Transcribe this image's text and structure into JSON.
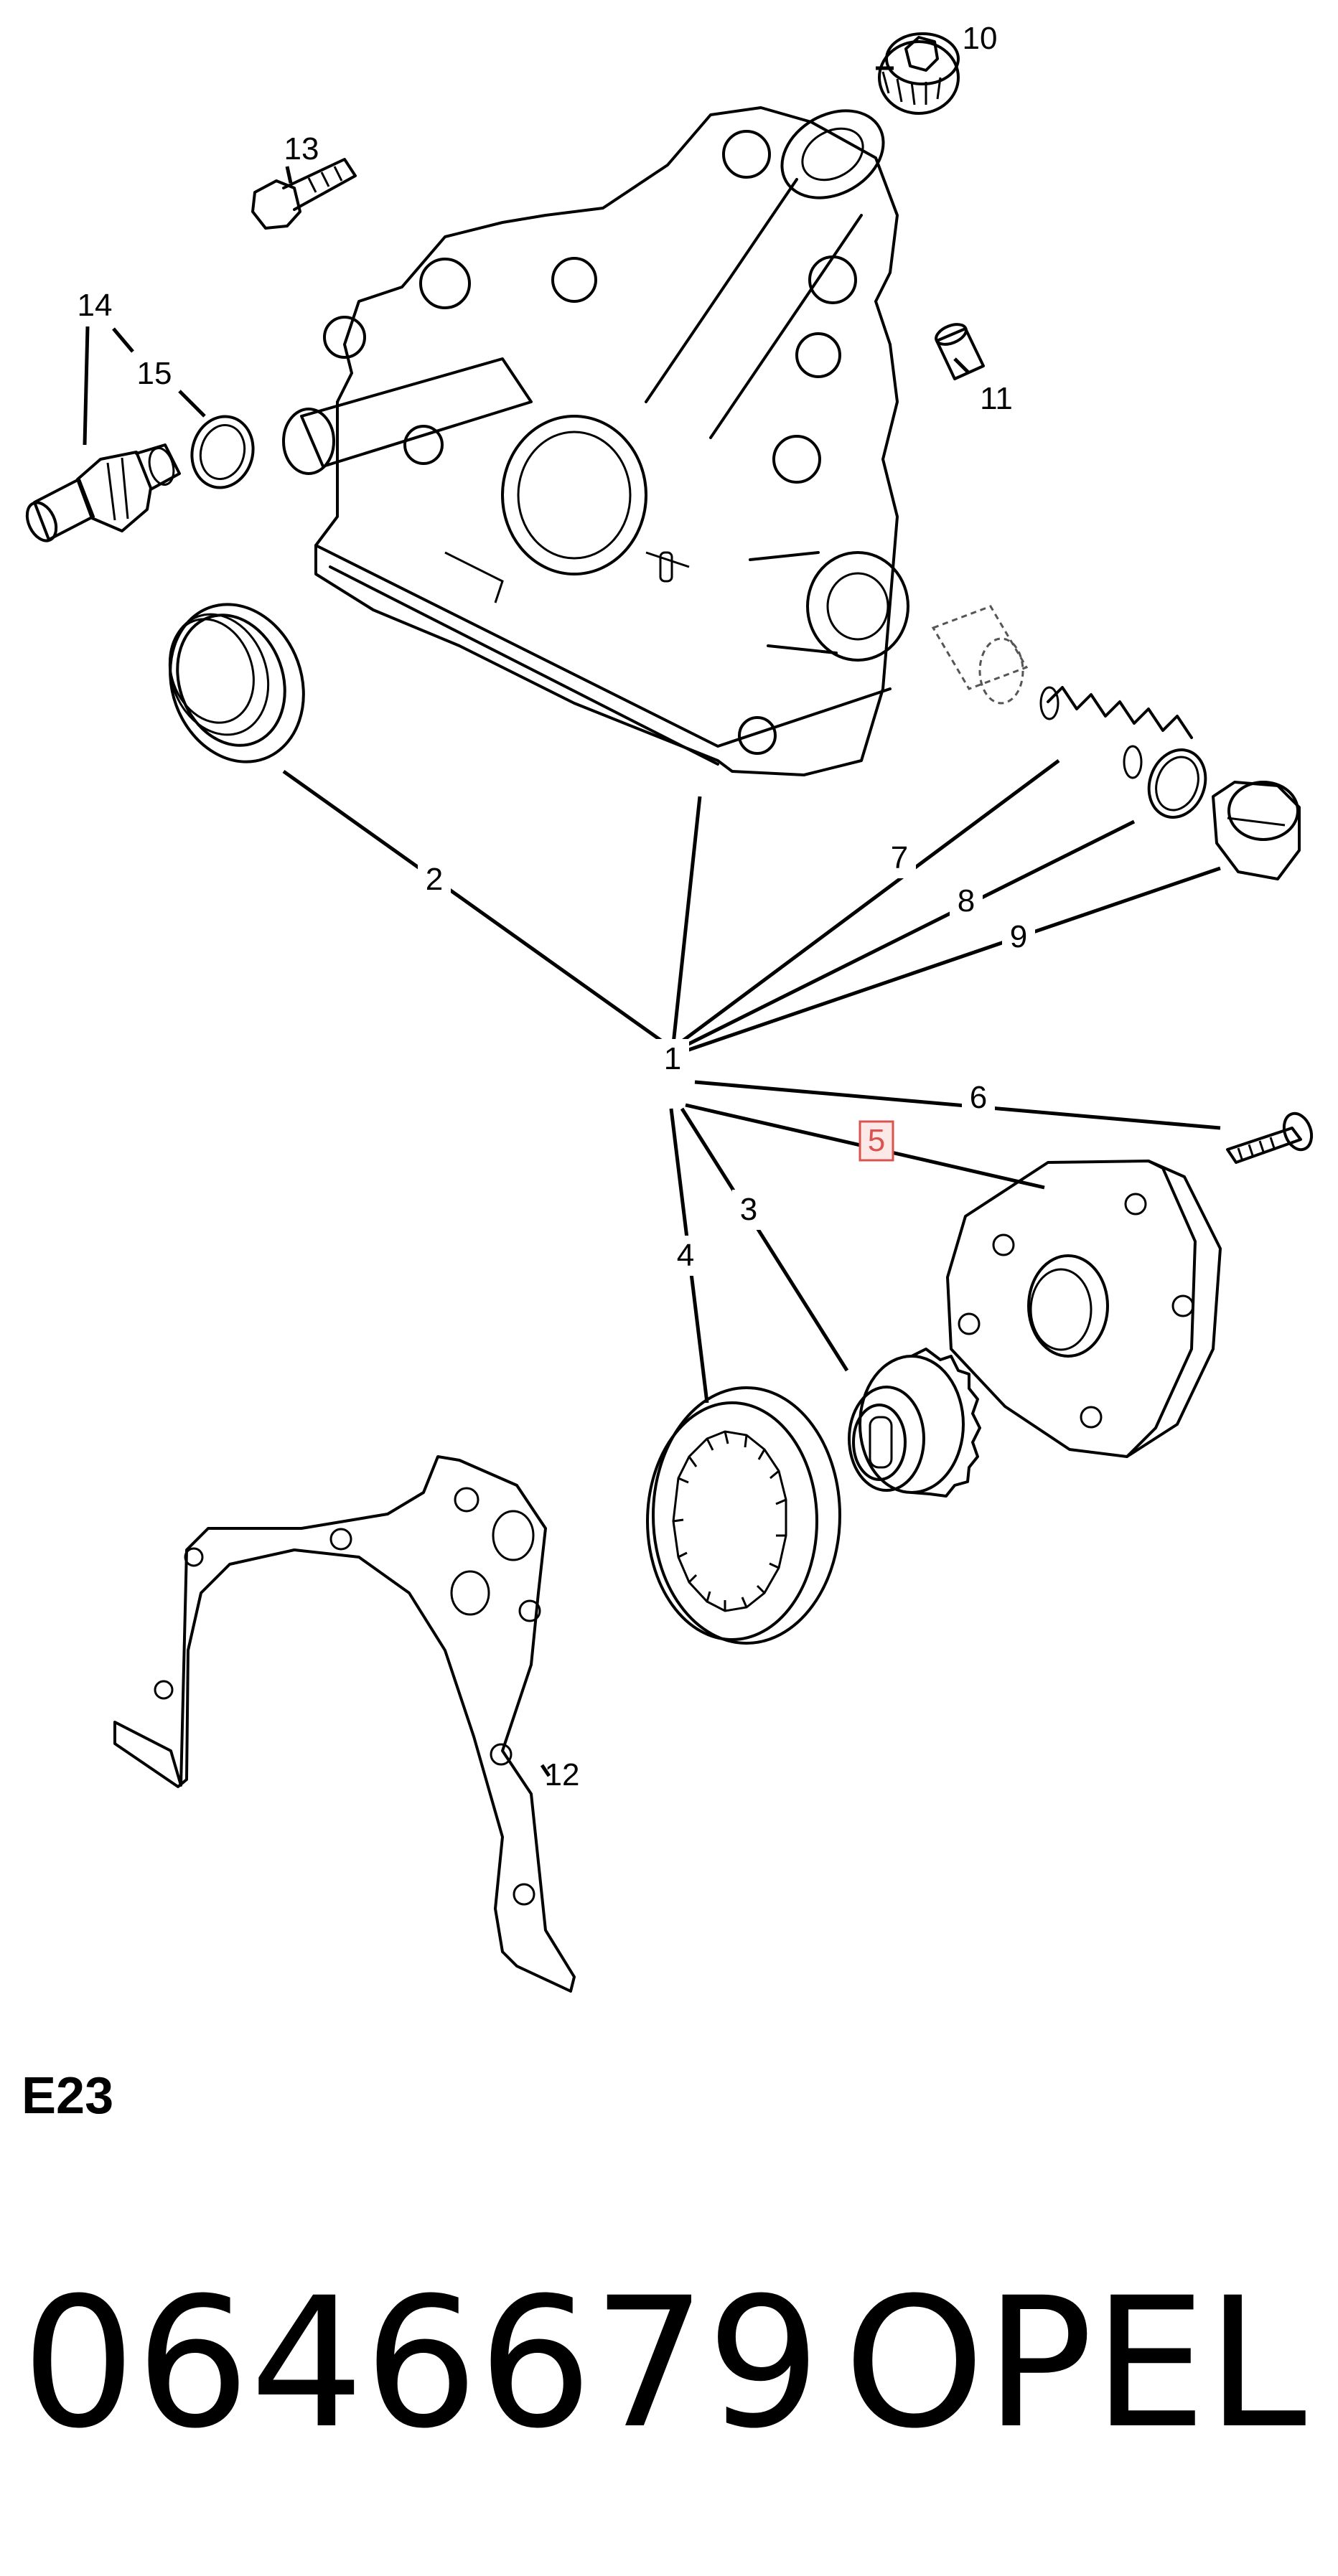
{
  "diagram": {
    "callouts": {
      "c1": "1",
      "c2": "2",
      "c3": "3",
      "c4": "4",
      "c5": "5",
      "c6": "6",
      "c7": "7",
      "c8": "8",
      "c9": "9",
      "c10": "10",
      "c11": "11",
      "c12": "12",
      "c13": "13",
      "c14": "14",
      "c15": "15"
    },
    "highlighted_callout": "5",
    "highlight_color": "#d9534f",
    "section_code": "E23",
    "part_number": "0646679",
    "brand": "OPEL"
  }
}
